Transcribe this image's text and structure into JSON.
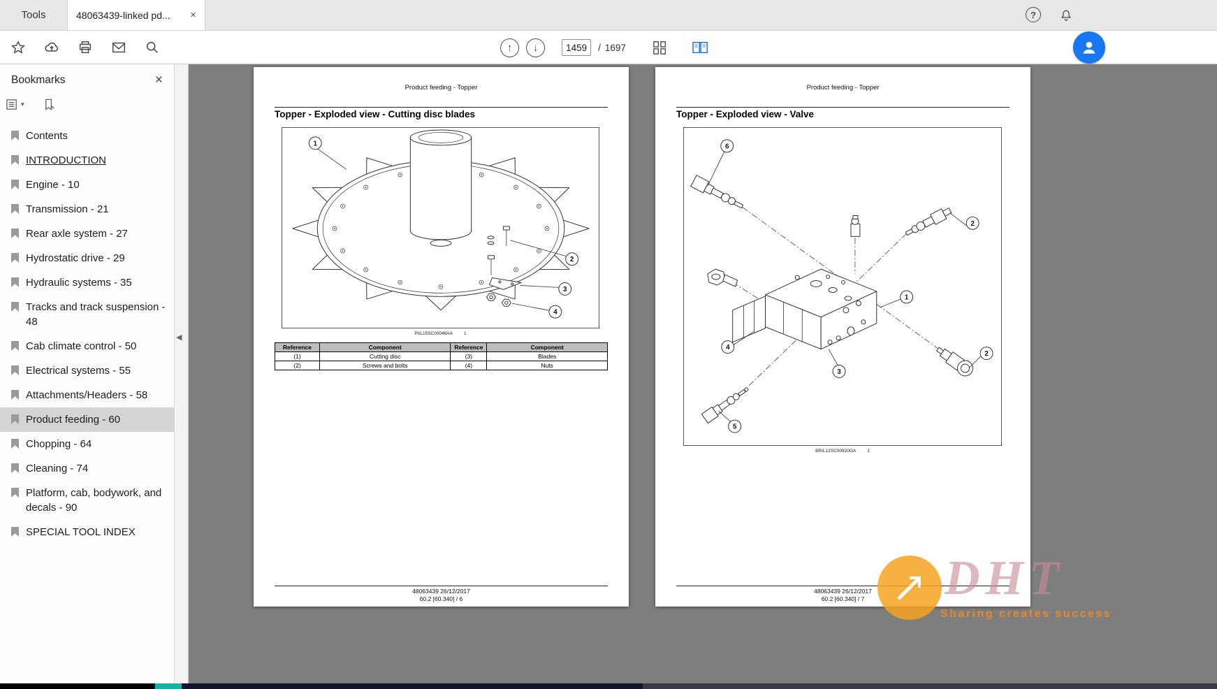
{
  "tab_bar": {
    "tools_label": "Tools",
    "doc_title": "48063439-linked pd...",
    "close_glyph": "×",
    "help_glyph": "?"
  },
  "toolbar": {
    "page_current": "1459",
    "page_sep": "/",
    "page_total": "1697",
    "up_glyph": "↑",
    "down_glyph": "↓"
  },
  "sidebar": {
    "title": "Bookmarks",
    "close_glyph": "×",
    "collapse_glyph": "◀",
    "items": [
      {
        "label": "Contents"
      },
      {
        "label": "INTRODUCTION"
      },
      {
        "label": "Engine - 10"
      },
      {
        "label": "Transmission - 21"
      },
      {
        "label": "Rear axle system - 27"
      },
      {
        "label": "Hydrostatic drive - 29"
      },
      {
        "label": "Hydraulic systems - 35"
      },
      {
        "label": "Tracks and track suspension - 48"
      },
      {
        "label": "Cab climate control - 50"
      },
      {
        "label": "Electrical systems - 55"
      },
      {
        "label": "Attachments/Headers - 58"
      },
      {
        "label": "Product feeding - 60"
      },
      {
        "label": "Chopping - 64"
      },
      {
        "label": "Cleaning - 74"
      },
      {
        "label": "Platform, cab, bodywork, and decals - 90"
      },
      {
        "label": "SPECIAL TOOL INDEX"
      }
    ]
  },
  "pages": {
    "left": {
      "header": "Product feeding - Topper",
      "title": "Topper - Exploded view - Cutting disc blades",
      "figure_code": "PIIL15SC00046AA",
      "figure_num": "1",
      "callouts": [
        "1",
        "2",
        "3",
        "4"
      ],
      "table": {
        "headers": [
          "Reference",
          "Component",
          "Reference",
          "Component"
        ],
        "rows": [
          [
            "(1)",
            "Cutting disc",
            "(3)",
            "Blades"
          ],
          [
            "(2)",
            "Screws and bolts",
            "(4)",
            "Nuts"
          ]
        ]
      },
      "footer_doc": "48063439 26/12/2017",
      "footer_section": "60.2 [60.340] / 6"
    },
    "right": {
      "header": "Product feeding - Topper",
      "title": "Topper - Exploded view - Valve",
      "figure_code": "BRIL12SC00920GA",
      "figure_num": "1",
      "callouts": [
        "6",
        "2",
        "1",
        "4",
        "3",
        "2",
        "5"
      ],
      "footer_doc": "48063439 26/12/2017",
      "footer_section": "60.2 [60.340] / 7"
    }
  },
  "watermark": {
    "title": "DHT",
    "subtitle": "Sharing creates success"
  }
}
